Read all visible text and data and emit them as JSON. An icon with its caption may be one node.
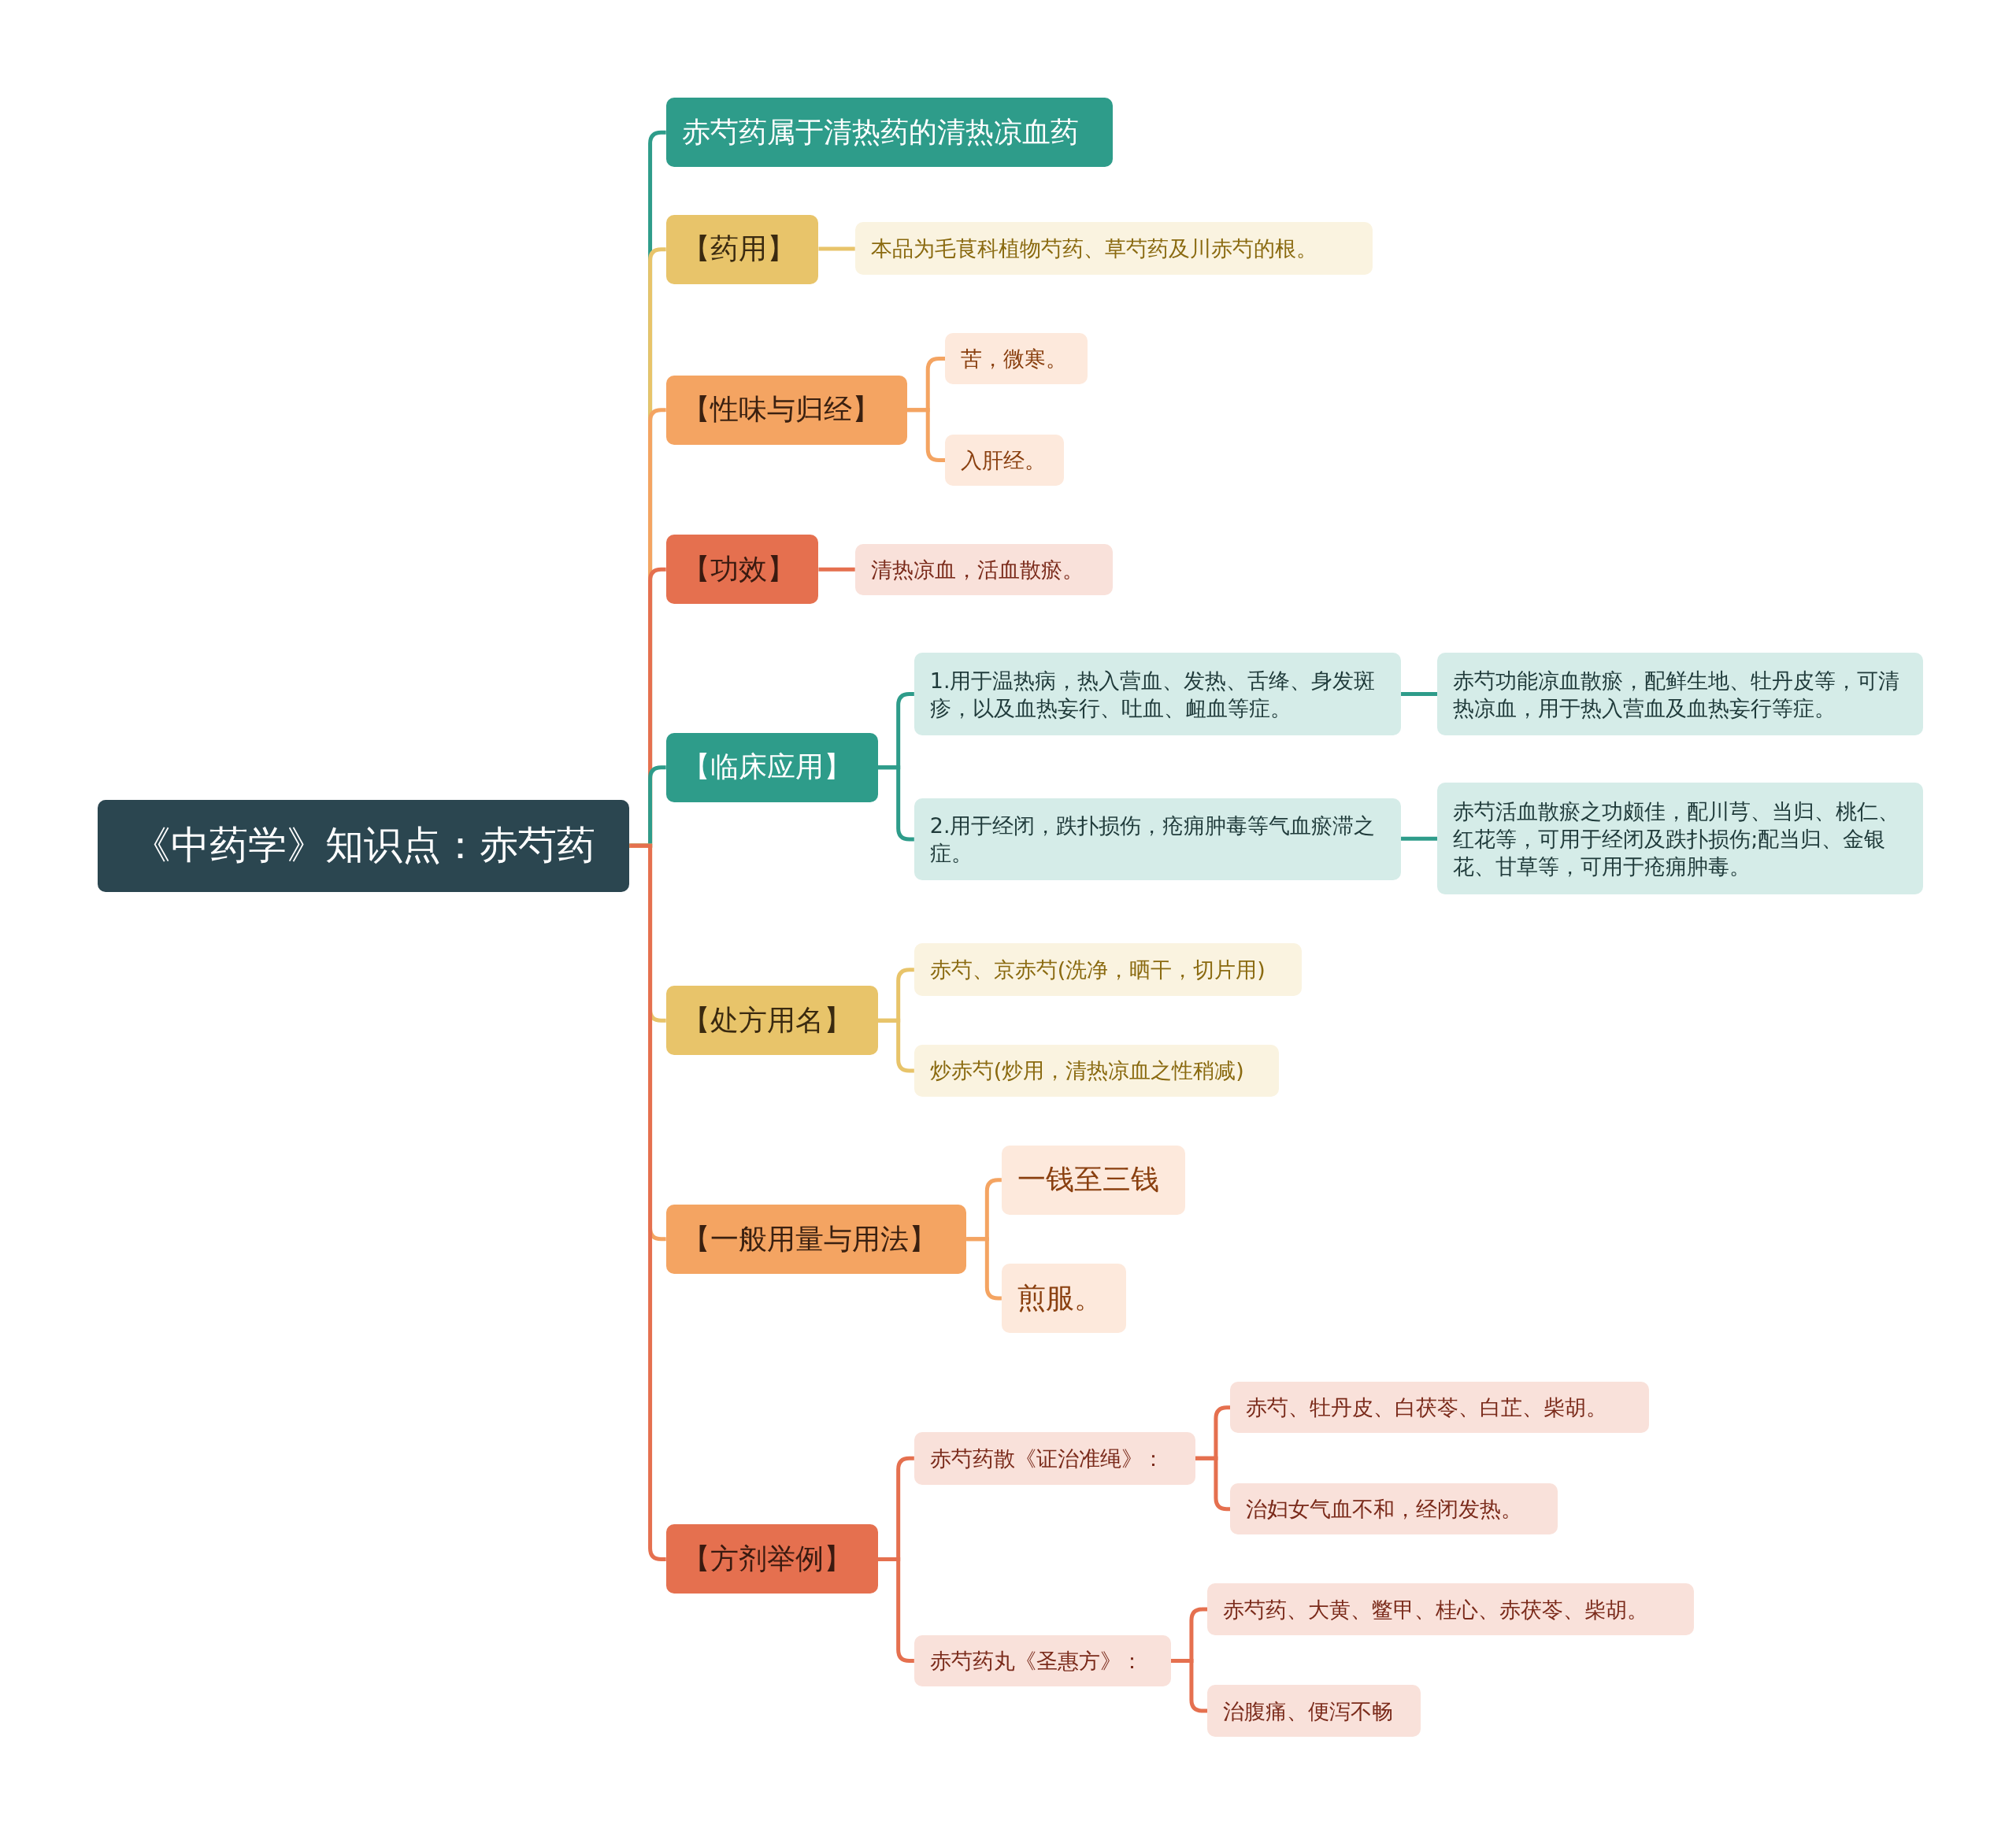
{
  "diagram": {
    "nodes": [
      {
        "text": [
          "《中药学》知识点：赤芍药"
        ]
      },
      {
        "text": [
          "赤芍药属于清热药的清热凉血药"
        ]
      },
      {
        "text": [
          "【药用】"
        ]
      },
      {
        "text": [
          "本品为毛茛科植物芍药、草芍药及川赤芍的根。"
        ]
      },
      {
        "text": [
          "【性味与归经】"
        ]
      },
      {
        "text": [
          "苦，微寒。"
        ]
      },
      {
        "text": [
          "入肝经。"
        ]
      },
      {
        "text": [
          "【功效】"
        ]
      },
      {
        "text": [
          "清热凉血，活血散瘀。"
        ]
      },
      {
        "text": [
          "【临床应用】"
        ]
      },
      {
        "text": [
          "1.用于温热病，热入营血、发热、舌绛、身发斑疹，以及血热妄行、吐血、衄血等症。"
        ]
      },
      {
        "text": [
          "赤芍功能凉血散瘀，配鲜生地、牡丹皮等，可清热凉血，用于热入营血及血热妄行等症。"
        ]
      },
      {
        "text": [
          "2.用于经闭，跌扑损伤，疮痈肿毒等气血瘀滞之症。"
        ]
      },
      {
        "text": [
          "赤芍活血散瘀之功颇佳，配川芎、当归、桃仁、红花等，可用于经闭及跌扑损伤;配当归、金银花、甘草等，可用于疮痈肿毒。"
        ]
      },
      {
        "text": [
          "【处方用名】"
        ]
      },
      {
        "text": [
          "赤芍、京赤芍(洗净，晒干，切片用)"
        ]
      },
      {
        "text": [
          "炒赤芍(炒用，清热凉血之性稍减)"
        ]
      },
      {
        "text": [
          "【一般用量与用法】"
        ]
      },
      {
        "text": [
          "一钱至三钱"
        ]
      },
      {
        "text": [
          "煎服。"
        ]
      },
      {
        "text": [
          "【方剂举例】"
        ]
      },
      {
        "text": [
          "赤芍药散《证治准绳》："
        ]
      },
      {
        "text": [
          "赤芍、牡丹皮、白茯苓、白芷、柴胡。"
        ]
      },
      {
        "text": [
          "治妇女气血不和，经闭发热。"
        ]
      },
      {
        "text": [
          "赤芍药丸《圣惠方》："
        ]
      },
      {
        "text": [
          "赤芍药、大黄、鳖甲、桂心、赤茯苓、柴胡。"
        ]
      },
      {
        "text": [
          "治腹痛、便泻不畅"
        ]
      }
    ],
    "edges": [
      {
        "from": 0,
        "to": 1,
        "arrow": "none",
        "color": "#2e9c8a"
      },
      {
        "from": 0,
        "to": 2,
        "arrow": "none",
        "color": "#e8c46a"
      },
      {
        "from": 2,
        "to": 3,
        "arrow": "none",
        "color": "#e8c46a"
      },
      {
        "from": 0,
        "to": 4,
        "arrow": "none",
        "color": "#f4a462"
      },
      {
        "from": 4,
        "to": 5,
        "arrow": "none",
        "color": "#f4a462"
      },
      {
        "from": 4,
        "to": 6,
        "arrow": "none",
        "color": "#f4a462"
      },
      {
        "from": 0,
        "to": 7,
        "arrow": "none"
      },
      {
        "from": 7,
        "to": 8,
        "arrow": "none"
      },
      {
        "from": 0,
        "to": 9,
        "arrow": "none",
        "color": "#2e9c8a"
      },
      {
        "from": 9,
        "to": 10,
        "arrow": "none",
        "color": "#2e9c8a"
      },
      {
        "from": 10,
        "to": 11,
        "arrow": "none",
        "color": "#2e9c8a"
      },
      {
        "from": 9,
        "to": 12,
        "arrow": "none",
        "color": "#2e9c8a"
      },
      {
        "from": 12,
        "to": 13,
        "arrow": "none",
        "color": "#2e9c8a"
      },
      {
        "from": 0,
        "to": 14,
        "arrow": "none",
        "color": "#e8c46a"
      },
      {
        "from": 14,
        "to": 15,
        "arrow": "none",
        "color": "#e8c46a"
      },
      {
        "from": 14,
        "to": 16,
        "arrow": "none",
        "color": "#e8c46a"
      },
      {
        "from": 0,
        "to": 17,
        "arrow": "none",
        "color": "#f4a462"
      },
      {
        "from": 17,
        "to": 18,
        "arrow": "none",
        "color": "#f4a462"
      },
      {
        "from": 17,
        "to": 19,
        "arrow": "none",
        "color": "#f4a462"
      },
      {
        "from": 0,
        "to": 20,
        "arrow": "none"
      },
      {
        "from": 20,
        "to": 21,
        "arrow": "none"
      },
      {
        "from": 21,
        "to": 22,
        "arrow": "none"
      },
      {
        "from": 21,
        "to": 23,
        "arrow": "none"
      },
      {
        "from": 20,
        "to": 24,
        "arrow": "none"
      },
      {
        "from": 24,
        "to": 25,
        "arrow": "none"
      },
      {
        "from": 24,
        "to": 26,
        "arrow": "none"
      }
    ]
  }
}
